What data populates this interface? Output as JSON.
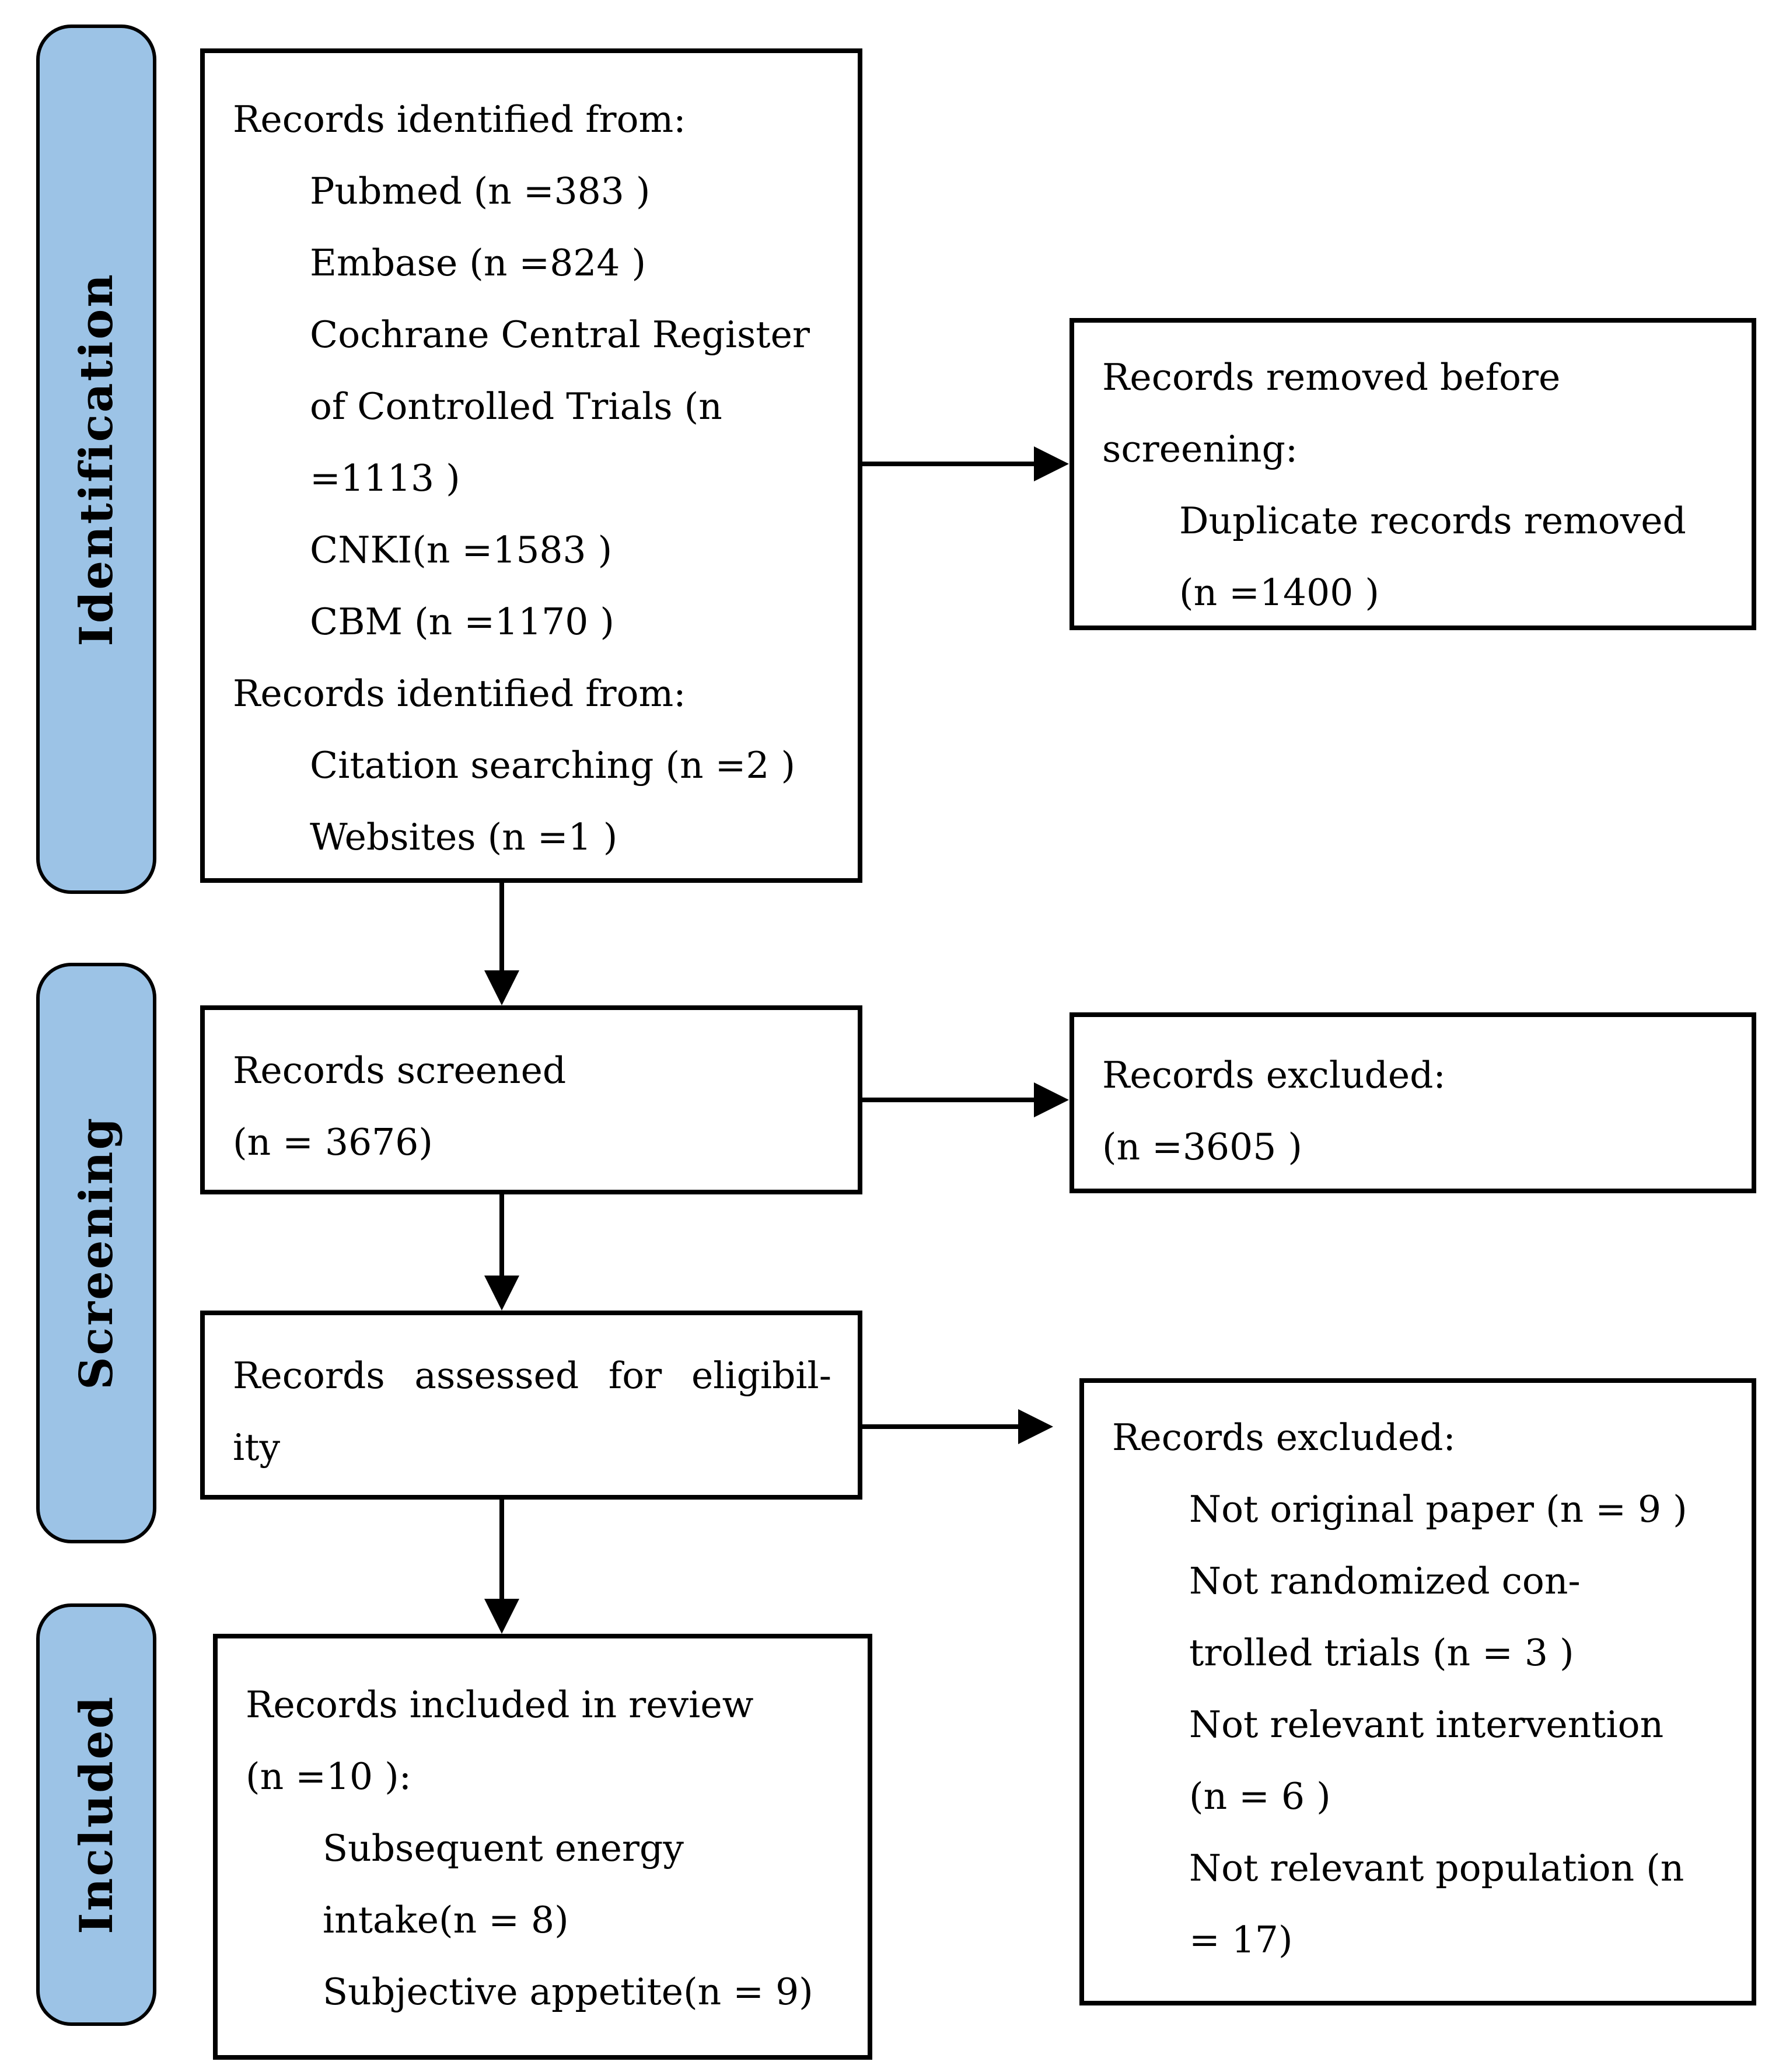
{
  "colors": {
    "stage_fill": "#9CC3E6",
    "line_color": "#000000",
    "background": "#FFFFFF"
  },
  "stages": {
    "identification": {
      "label": "Identification"
    },
    "screening": {
      "label": "Screening"
    },
    "included": {
      "label": "Included"
    }
  },
  "boxes": {
    "identified": {
      "lines": [
        {
          "text": "Records identified from:",
          "indent": 0
        },
        {
          "text": "Pubmed (n =383 )",
          "indent": 1
        },
        {
          "text": "Embase (n =824 )",
          "indent": 1
        },
        {
          "text": "Cochrane Central Register",
          "indent": 1
        },
        {
          "text": "of Controlled Trials (n",
          "indent": 1
        },
        {
          "text": "=1113 )",
          "indent": 1
        },
        {
          "text": "CNKI(n =1583 )",
          "indent": 1
        },
        {
          "text": "CBM (n =1170 )",
          "indent": 1
        },
        {
          "text": "Records identified from:",
          "indent": 0
        },
        {
          "text": "Citation searching (n =2 )",
          "indent": 1
        },
        {
          "text": "Websites (n =1 )",
          "indent": 1
        }
      ]
    },
    "removed_before_screening": {
      "lines": [
        {
          "text": "Records removed before",
          "indent": 0
        },
        {
          "text": "screening:",
          "indent": 0
        },
        {
          "text": "Duplicate records removed",
          "indent": 1
        },
        {
          "text": "(n =1400 )",
          "indent": 1
        }
      ]
    },
    "screened": {
      "lines": [
        {
          "text": "Records screened",
          "indent": 0
        },
        {
          "text": "(n = 3676)",
          "indent": 0
        }
      ]
    },
    "excluded_screening": {
      "lines": [
        {
          "text": "Records excluded:",
          "indent": 0
        },
        {
          "text": "(n =3605 )",
          "indent": 0
        }
      ]
    },
    "assessed": {
      "lines": [
        {
          "text": "Records assessed for eligibil-",
          "indent": 0
        },
        {
          "text": "ity",
          "indent": 0
        }
      ]
    },
    "excluded_eligibility": {
      "lines": [
        {
          "text": "Records excluded:",
          "indent": 0
        },
        {
          "text": "Not original paper (n = 9 )",
          "indent": 1
        },
        {
          "text": "Not randomized con-",
          "indent": 1
        },
        {
          "text": "trolled trials (n = 3 )",
          "indent": 1
        },
        {
          "text": "Not relevant intervention",
          "indent": 1
        },
        {
          "text": "(n = 6 )",
          "indent": 1
        },
        {
          "text": "Not relevant population (n",
          "indent": 1
        },
        {
          "text": "= 17)",
          "indent": 1
        }
      ]
    },
    "included_review": {
      "lines": [
        {
          "text": "Records included in review",
          "indent": 0
        },
        {
          "text": "(n =10 ):",
          "indent": 0
        },
        {
          "text": "Subsequent energy",
          "indent": 1
        },
        {
          "text": "intake(n = 8)",
          "indent": 1
        },
        {
          "text": "Subjective appetite(n = 9)",
          "indent": 1
        }
      ]
    }
  }
}
